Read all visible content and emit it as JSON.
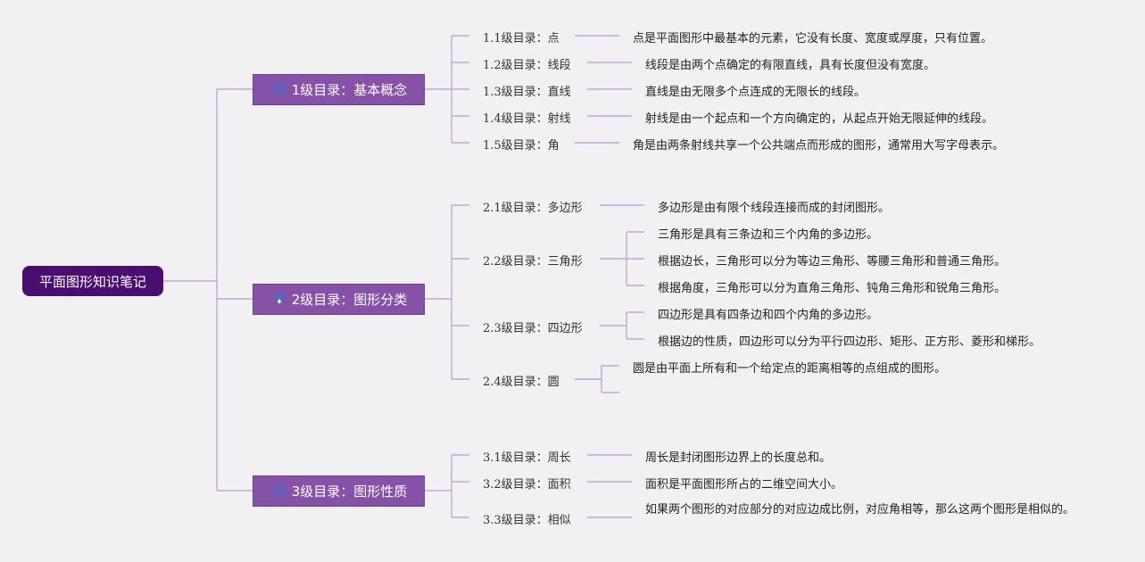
{
  "root": {
    "label": "平面图形知识笔记"
  },
  "branches": [
    {
      "label": "1级目录：基本概念",
      "icon": "star-outline-icon",
      "subs": [
        {
          "label": "1.1级目录：点",
          "notes": [
            "点是平面图形中最基本的元素，它没有长度、宽度或厚度，只有位置。"
          ]
        },
        {
          "label": "1.2级目录：线段",
          "notes": [
            "线段是由两个点确定的有限直线，具有长度但没有宽度。"
          ]
        },
        {
          "label": "1.3级目录：直线",
          "notes": [
            "直线是由无限多个点连成的无限长的线段。"
          ]
        },
        {
          "label": "1.4级目录：射线",
          "notes": [
            "射线是由一个起点和一个方向确定的，从起点开始无限延伸的线段。"
          ]
        },
        {
          "label": "1.5级目录：角",
          "notes": [
            "角是由两条射线共享一个公共端点而形成的图形，通常用大写字母表示。"
          ]
        }
      ]
    },
    {
      "label": "2级目录：图形分类",
      "icon": "flame-icon",
      "subs": [
        {
          "label": "2.1级目录：多边形",
          "notes": [
            "多边形是由有限个线段连接而成的封闭图形。"
          ]
        },
        {
          "label": "2.2级目录：三角形",
          "notes": [
            "三角形是具有三条边和三个内角的多边形。",
            "根据边长，三角形可以分为等边三角形、等腰三角形和普通三角形。",
            "根据角度，三角形可以分为直角三角形、钝角三角形和锐角三角形。"
          ]
        },
        {
          "label": "2.3级目录：四边形",
          "notes": [
            "四边形是具有四条边和四个内角的多边形。",
            "根据边的性质，四边形可以分为平行四边形、矩形、正方形、菱形和梯形。"
          ]
        },
        {
          "label": "2.4级目录：圆",
          "notes": [
            "圆是由平面上所有和一个给定点的距离相等的点组成的图形。",
            ""
          ]
        }
      ]
    },
    {
      "label": "3级目录：图形性质",
      "icon": "star-outline-icon",
      "subs": [
        {
          "label": "3.1级目录：周长",
          "notes": [
            "周长是封闭图形边界上的长度总和。"
          ]
        },
        {
          "label": "3.2级目录：面积",
          "notes": [
            "面积是平面图形所占的二维空间大小。"
          ]
        },
        {
          "label": "3.3级目录：相似",
          "notes": [
            "如果两个图形的对应部分的对应边成比例，对应角相等，那么这两个图形是相似的。"
          ]
        }
      ]
    }
  ],
  "colors": {
    "root_bg": "#4a0e70",
    "branch_bg": "#8652a8",
    "line": "#c2a8d6",
    "icon": "#3f6fd1",
    "background": "#f1f0f3"
  }
}
